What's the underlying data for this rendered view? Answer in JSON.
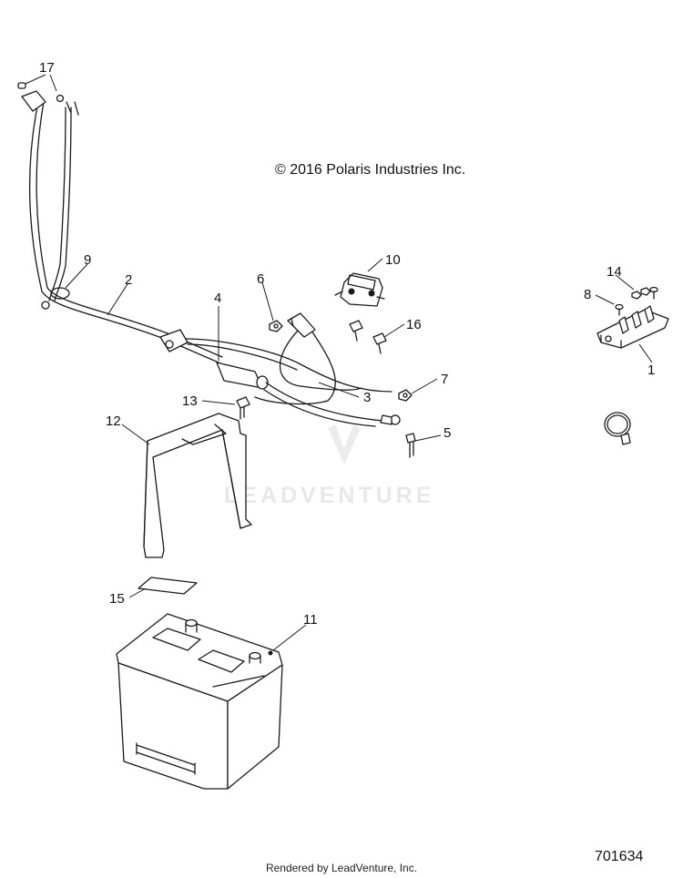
{
  "copyright": "© 2016 Polaris Industries Inc.",
  "watermark": "LEADVENTURE",
  "footer": "Rendered by LeadVenture, Inc.",
  "figure_number": "701634",
  "callouts": {
    "c1": "1",
    "c2": "2",
    "c3": "3",
    "c4": "4",
    "c5": "5",
    "c6": "6",
    "c7": "7",
    "c8": "8",
    "c9": "9",
    "c10": "10",
    "c11": "11",
    "c12": "12",
    "c13": "13",
    "c14": "14",
    "c15": "15",
    "c16": "16",
    "c17": "17"
  }
}
